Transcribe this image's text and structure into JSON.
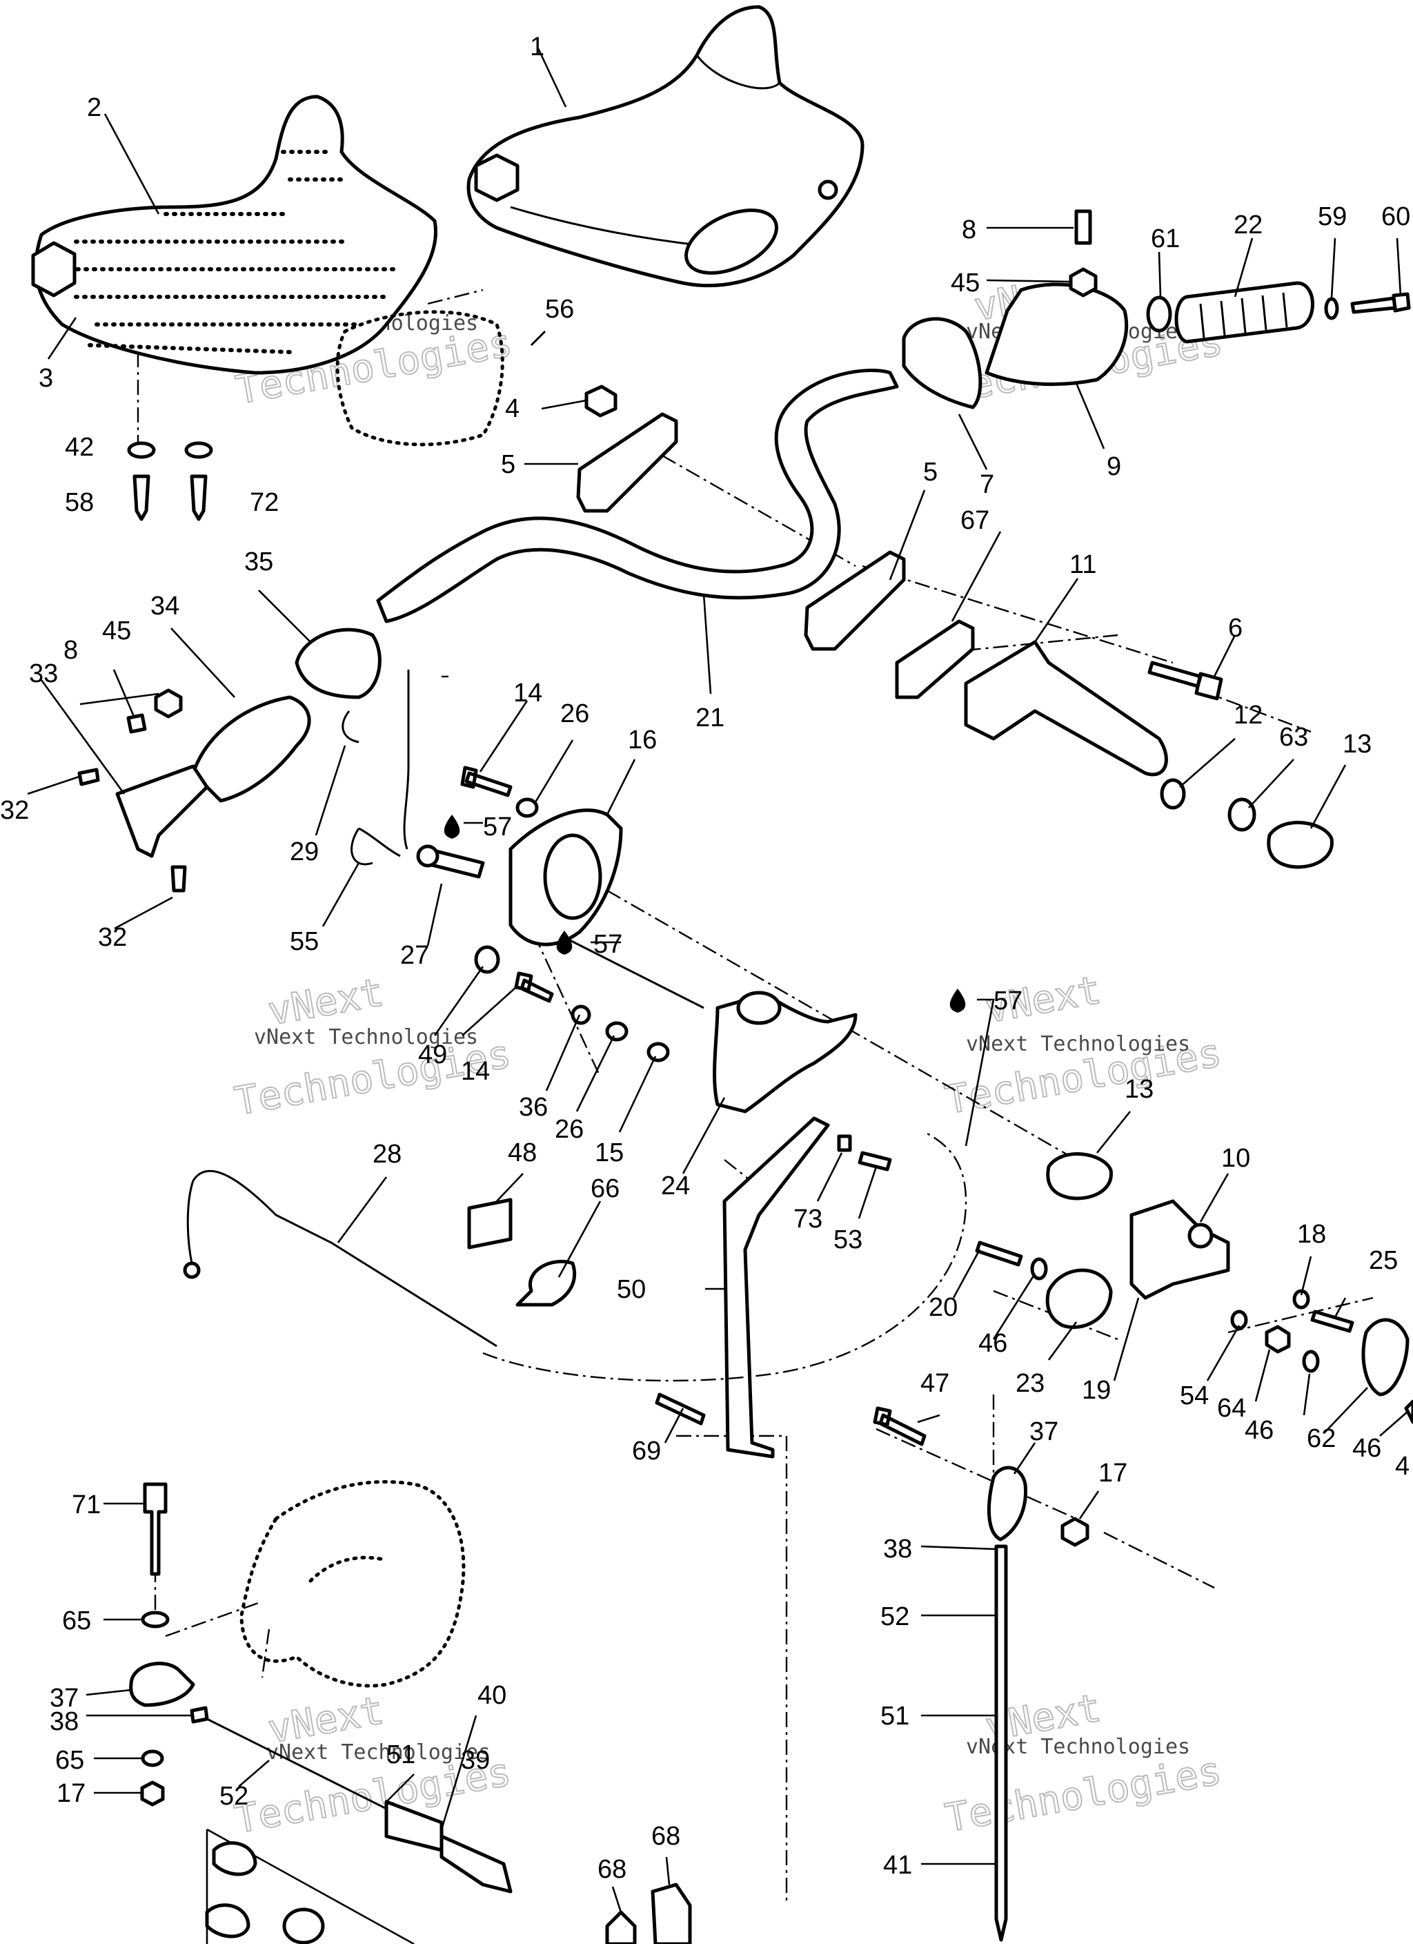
{
  "watermark": {
    "line1": "vNext",
    "line2": "vNext Technologies",
    "line3": "Technologies"
  },
  "callouts": [
    "1",
    "2",
    "3",
    "4",
    "5",
    "5",
    "6",
    "7",
    "8",
    "8",
    "9",
    "10",
    "11",
    "12",
    "13",
    "13",
    "14",
    "14",
    "15",
    "16",
    "17",
    "17",
    "18",
    "19",
    "20",
    "21",
    "22",
    "23",
    "24",
    "25",
    "26",
    "26",
    "27",
    "28",
    "29",
    "32",
    "32",
    "33",
    "34",
    "35",
    "36",
    "37",
    "37",
    "38",
    "38",
    "39",
    "40",
    "41",
    "42",
    "45",
    "45",
    "46",
    "46",
    "46",
    "47",
    "48",
    "49",
    "50",
    "51",
    "51",
    "52",
    "52",
    "53",
    "54",
    "55",
    "56",
    "57",
    "57",
    "57",
    "58",
    "59",
    "60",
    "61",
    "62",
    "63",
    "64",
    "65",
    "65",
    "66",
    "67",
    "68",
    "68",
    "69",
    "71",
    "72",
    "73",
    "4"
  ]
}
